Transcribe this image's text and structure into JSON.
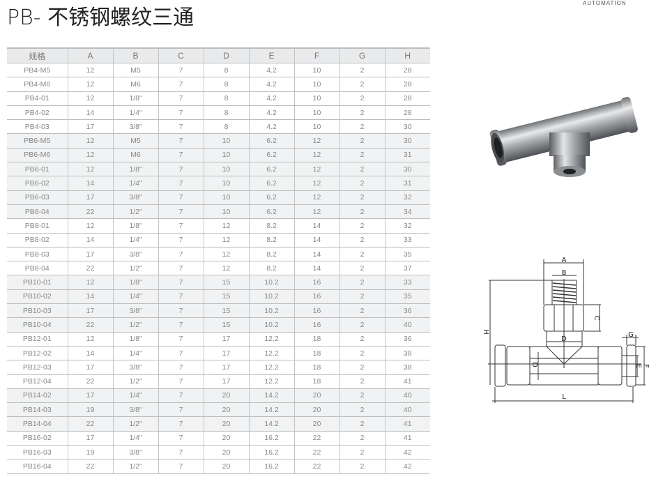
{
  "title": "PB- 不锈钢螺纹三通",
  "brand": "AUTOMATION",
  "table": {
    "headers": [
      "规格",
      "A",
      "B",
      "C",
      "D",
      "E",
      "F",
      "G",
      "H"
    ],
    "rows": [
      {
        "shade": false,
        "cells": [
          "PB4-M5",
          "12",
          "M5",
          "7",
          "8",
          "4.2",
          "10",
          "2",
          "28"
        ]
      },
      {
        "shade": false,
        "cells": [
          "PB4-M6",
          "12",
          "M6",
          "7",
          "8",
          "4.2",
          "10",
          "2",
          "28"
        ]
      },
      {
        "shade": false,
        "cells": [
          "PB4-01",
          "12",
          "1/8\"",
          "7",
          "8",
          "4.2",
          "10",
          "2",
          "28"
        ]
      },
      {
        "shade": false,
        "cells": [
          "PB4-02",
          "14",
          "1/4\"",
          "7",
          "8",
          "4.2",
          "10",
          "2",
          "28"
        ]
      },
      {
        "shade": false,
        "cells": [
          "PB4-03",
          "17",
          "3/8\"",
          "7",
          "8",
          "4.2",
          "10",
          "2",
          "30"
        ]
      },
      {
        "shade": true,
        "cells": [
          "PB6-M5",
          "12",
          "M5",
          "7",
          "10",
          "6.2",
          "12",
          "2",
          "30"
        ]
      },
      {
        "shade": true,
        "cells": [
          "PB6-M6",
          "12",
          "M6",
          "7",
          "10",
          "6.2",
          "12",
          "2",
          "31"
        ]
      },
      {
        "shade": true,
        "cells": [
          "PB6-01",
          "12",
          "1/8\"",
          "7",
          "10",
          "6.2",
          "12",
          "2",
          "30"
        ]
      },
      {
        "shade": true,
        "cells": [
          "PB6-02",
          "14",
          "1/4\"",
          "7",
          "10",
          "6.2",
          "12",
          "2",
          "31"
        ]
      },
      {
        "shade": true,
        "cells": [
          "PB6-03",
          "17",
          "3/8\"",
          "7",
          "10",
          "6.2",
          "12",
          "2",
          "32"
        ]
      },
      {
        "shade": true,
        "cells": [
          "PB6-04",
          "22",
          "1/2\"",
          "7",
          "10",
          "6.2",
          "12",
          "2",
          "34"
        ]
      },
      {
        "shade": false,
        "cells": [
          "PB8-01",
          "12",
          "1/8\"",
          "7",
          "12",
          "8.2",
          "14",
          "2",
          "32"
        ]
      },
      {
        "shade": false,
        "cells": [
          "PB8-02",
          "14",
          "1/4\"",
          "7",
          "12",
          "8.2",
          "14",
          "2",
          "33"
        ]
      },
      {
        "shade": false,
        "cells": [
          "PB8-03",
          "17",
          "3/8\"",
          "7",
          "12",
          "8.2",
          "14",
          "2",
          "35"
        ]
      },
      {
        "shade": false,
        "cells": [
          "PB8-04",
          "22",
          "1/2\"",
          "7",
          "12",
          "8.2",
          "14",
          "2",
          "37"
        ]
      },
      {
        "shade": true,
        "cells": [
          "PB10-01",
          "12",
          "1/8\"",
          "7",
          "15",
          "10.2",
          "16",
          "2",
          "33"
        ]
      },
      {
        "shade": true,
        "cells": [
          "PB10-02",
          "14",
          "1/4\"",
          "7",
          "15",
          "10.2",
          "16",
          "2",
          "35"
        ]
      },
      {
        "shade": true,
        "cells": [
          "PB10-03",
          "17",
          "3/8\"",
          "7",
          "15",
          "10.2",
          "16",
          "2",
          "36"
        ]
      },
      {
        "shade": true,
        "cells": [
          "PB10-04",
          "22",
          "1/2\"",
          "7",
          "15",
          "10.2",
          "16",
          "2",
          "40"
        ]
      },
      {
        "shade": false,
        "cells": [
          "PB12-01",
          "12",
          "1/8\"",
          "7",
          "17",
          "12.2",
          "18",
          "2",
          "36"
        ]
      },
      {
        "shade": false,
        "cells": [
          "PB12-02",
          "14",
          "1/4\"",
          "7",
          "17",
          "12.2",
          "18",
          "2",
          "38"
        ]
      },
      {
        "shade": false,
        "cells": [
          "PB12-03",
          "17",
          "3/8\"",
          "7",
          "17",
          "12.2",
          "18",
          "2",
          "38"
        ]
      },
      {
        "shade": false,
        "cells": [
          "PB12-04",
          "22",
          "1/2\"",
          "7",
          "17",
          "12.2",
          "18",
          "2",
          "41"
        ]
      },
      {
        "shade": true,
        "cells": [
          "PB14-02",
          "17",
          "1/4\"",
          "7",
          "20",
          "14.2",
          "20",
          "2",
          "40"
        ]
      },
      {
        "shade": true,
        "cells": [
          "PB14-03",
          "19",
          "3/8\"",
          "7",
          "20",
          "14.2",
          "20",
          "2",
          "40"
        ]
      },
      {
        "shade": true,
        "cells": [
          "PB14-04",
          "22",
          "1/2\"",
          "7",
          "20",
          "14.2",
          "20",
          "2",
          "41"
        ]
      },
      {
        "shade": false,
        "cells": [
          "PB16-02",
          "17",
          "1/4\"",
          "7",
          "20",
          "16.2",
          "22",
          "2",
          "41"
        ]
      },
      {
        "shade": false,
        "cells": [
          "PB16-03",
          "19",
          "3/8\"",
          "7",
          "20",
          "16.2",
          "22",
          "2",
          "42"
        ]
      },
      {
        "shade": false,
        "cells": [
          "PB16-04",
          "22",
          "1/2\"",
          "7",
          "20",
          "16.2",
          "22",
          "2",
          "42"
        ]
      }
    ]
  },
  "diagram": {
    "labels": {
      "A": "A",
      "B": "B",
      "C": "C",
      "D_top": "D",
      "D_side": "D",
      "E": "E",
      "F": "F",
      "G": "G",
      "H": "H",
      "L": "L"
    }
  }
}
